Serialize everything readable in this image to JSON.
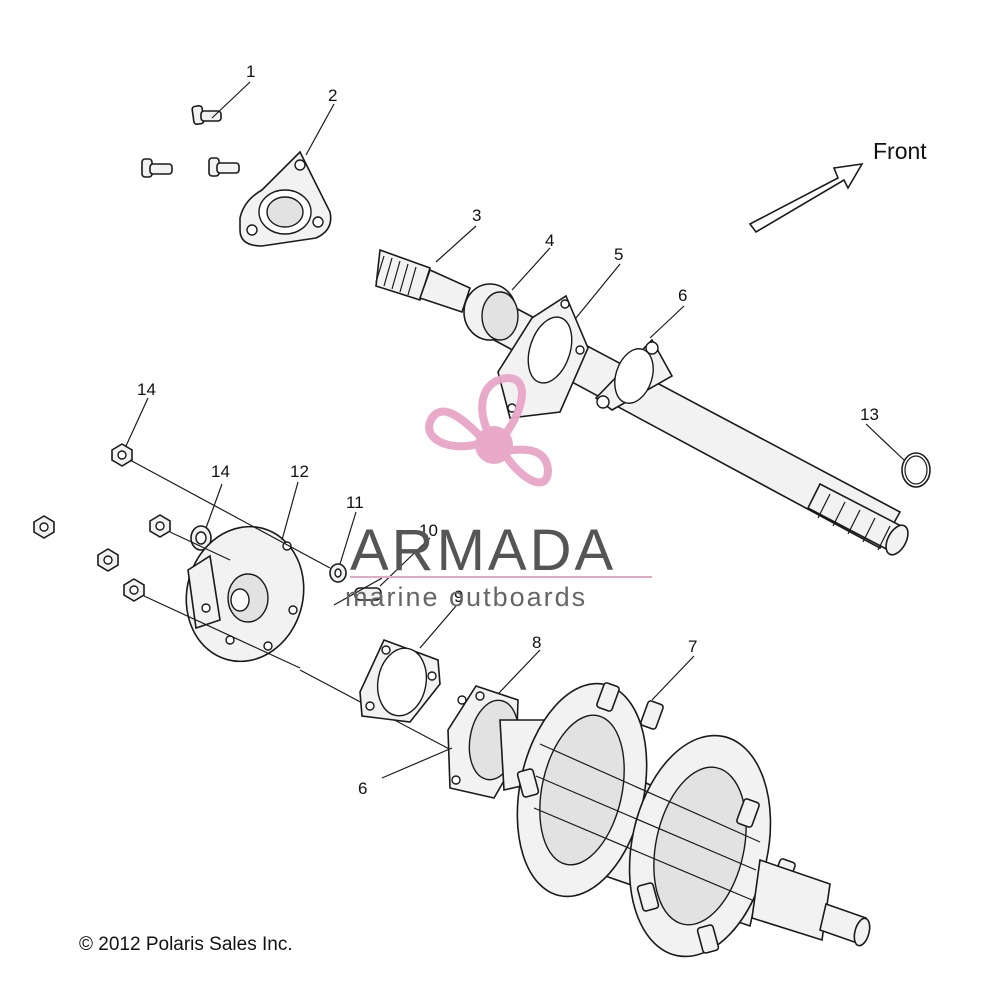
{
  "direction": {
    "label": "Front"
  },
  "copyright": "© 2012 Polaris Sales Inc.",
  "watermark": {
    "title": "ARMADA",
    "subtitle": "marine outboards",
    "accent_color": "#e8a6c8",
    "ring_color": "#f4d0e2"
  },
  "callouts": {
    "c1": "1",
    "c2": "2",
    "c3": "3",
    "c4": "4",
    "c5": "5",
    "c6a": "6",
    "c6b": "6",
    "c7": "7",
    "c8": "8",
    "c9": "9",
    "c10": "10",
    "c11": "11",
    "c12": "12",
    "c13": "13",
    "c14a": "14",
    "c14b": "14"
  }
}
